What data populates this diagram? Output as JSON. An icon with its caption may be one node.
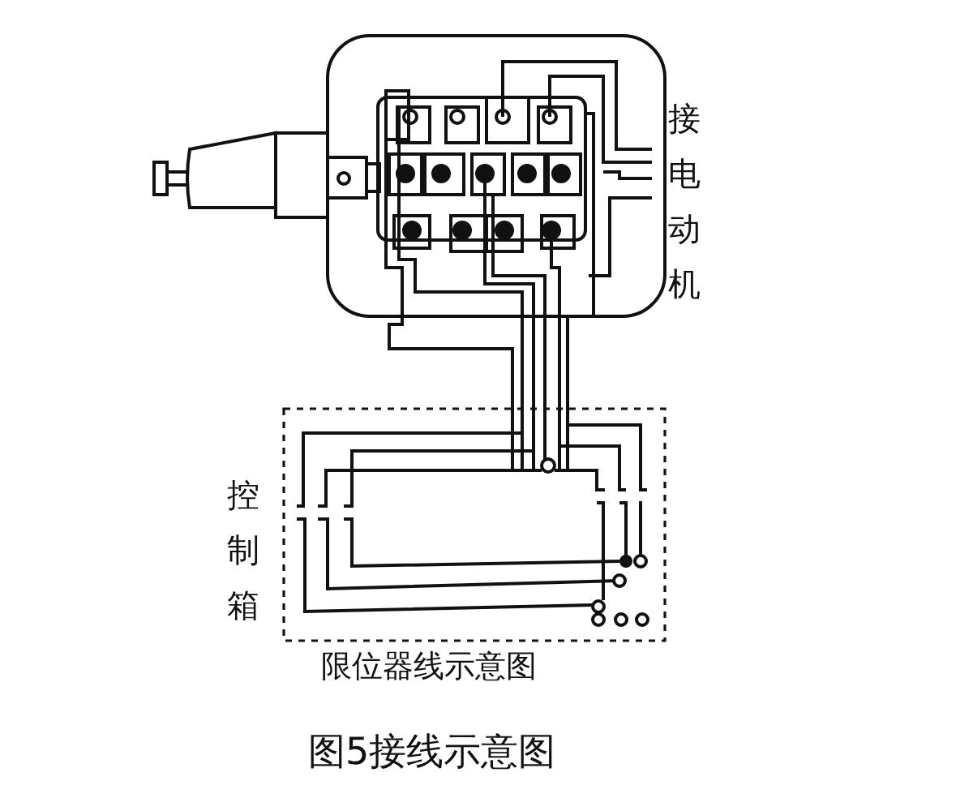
{
  "diagram": {
    "caption": "图5接线示意图",
    "labels": [
      "接电动机",
      "控制箱",
      "限位器线示意图"
    ]
  }
}
